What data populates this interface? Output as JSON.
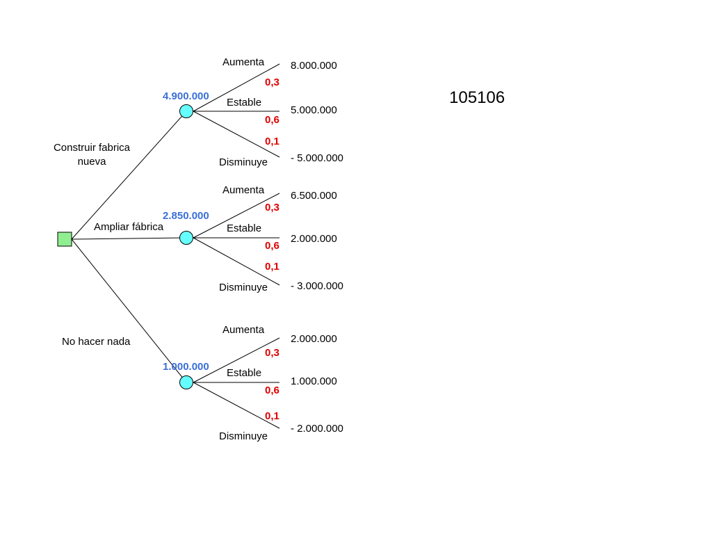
{
  "colors": {
    "decision_fill": "#90ee90",
    "chance_fill": "#66ffff",
    "probability": "#e00000",
    "expected_value": "#3a6fd8",
    "line": "#000000"
  },
  "corner_number": "105106",
  "decision": {
    "options": [
      {
        "label": "Construir fabrica nueva",
        "expected_value": "4.900.000",
        "outcomes": [
          {
            "label": "Aumenta",
            "probability": "0,3",
            "payoff": "8.000.000"
          },
          {
            "label": "Estable",
            "probability": "0,6",
            "payoff": "5.000.000"
          },
          {
            "label": "Disminuye",
            "probability": "0,1",
            "payoff": "- 5.000.000"
          }
        ]
      },
      {
        "label": "Ampliar fábrica",
        "expected_value": "2.850.000",
        "outcomes": [
          {
            "label": "Aumenta",
            "probability": "0,3",
            "payoff": "6.500.000"
          },
          {
            "label": "Estable",
            "probability": "0,6",
            "payoff": "2.000.000"
          },
          {
            "label": "Disminuye",
            "probability": "0,1",
            "payoff": "- 3.000.000"
          }
        ]
      },
      {
        "label": "No hacer nada",
        "expected_value": "1.000.000",
        "outcomes": [
          {
            "label": "Aumenta",
            "probability": "0,3",
            "payoff": "2.000.000"
          },
          {
            "label": "Estable",
            "probability": "0,6",
            "payoff": "1.000.000"
          },
          {
            "label": "Disminuye",
            "probability": "0,1",
            "payoff": "- 2.000.000"
          }
        ]
      }
    ]
  }
}
